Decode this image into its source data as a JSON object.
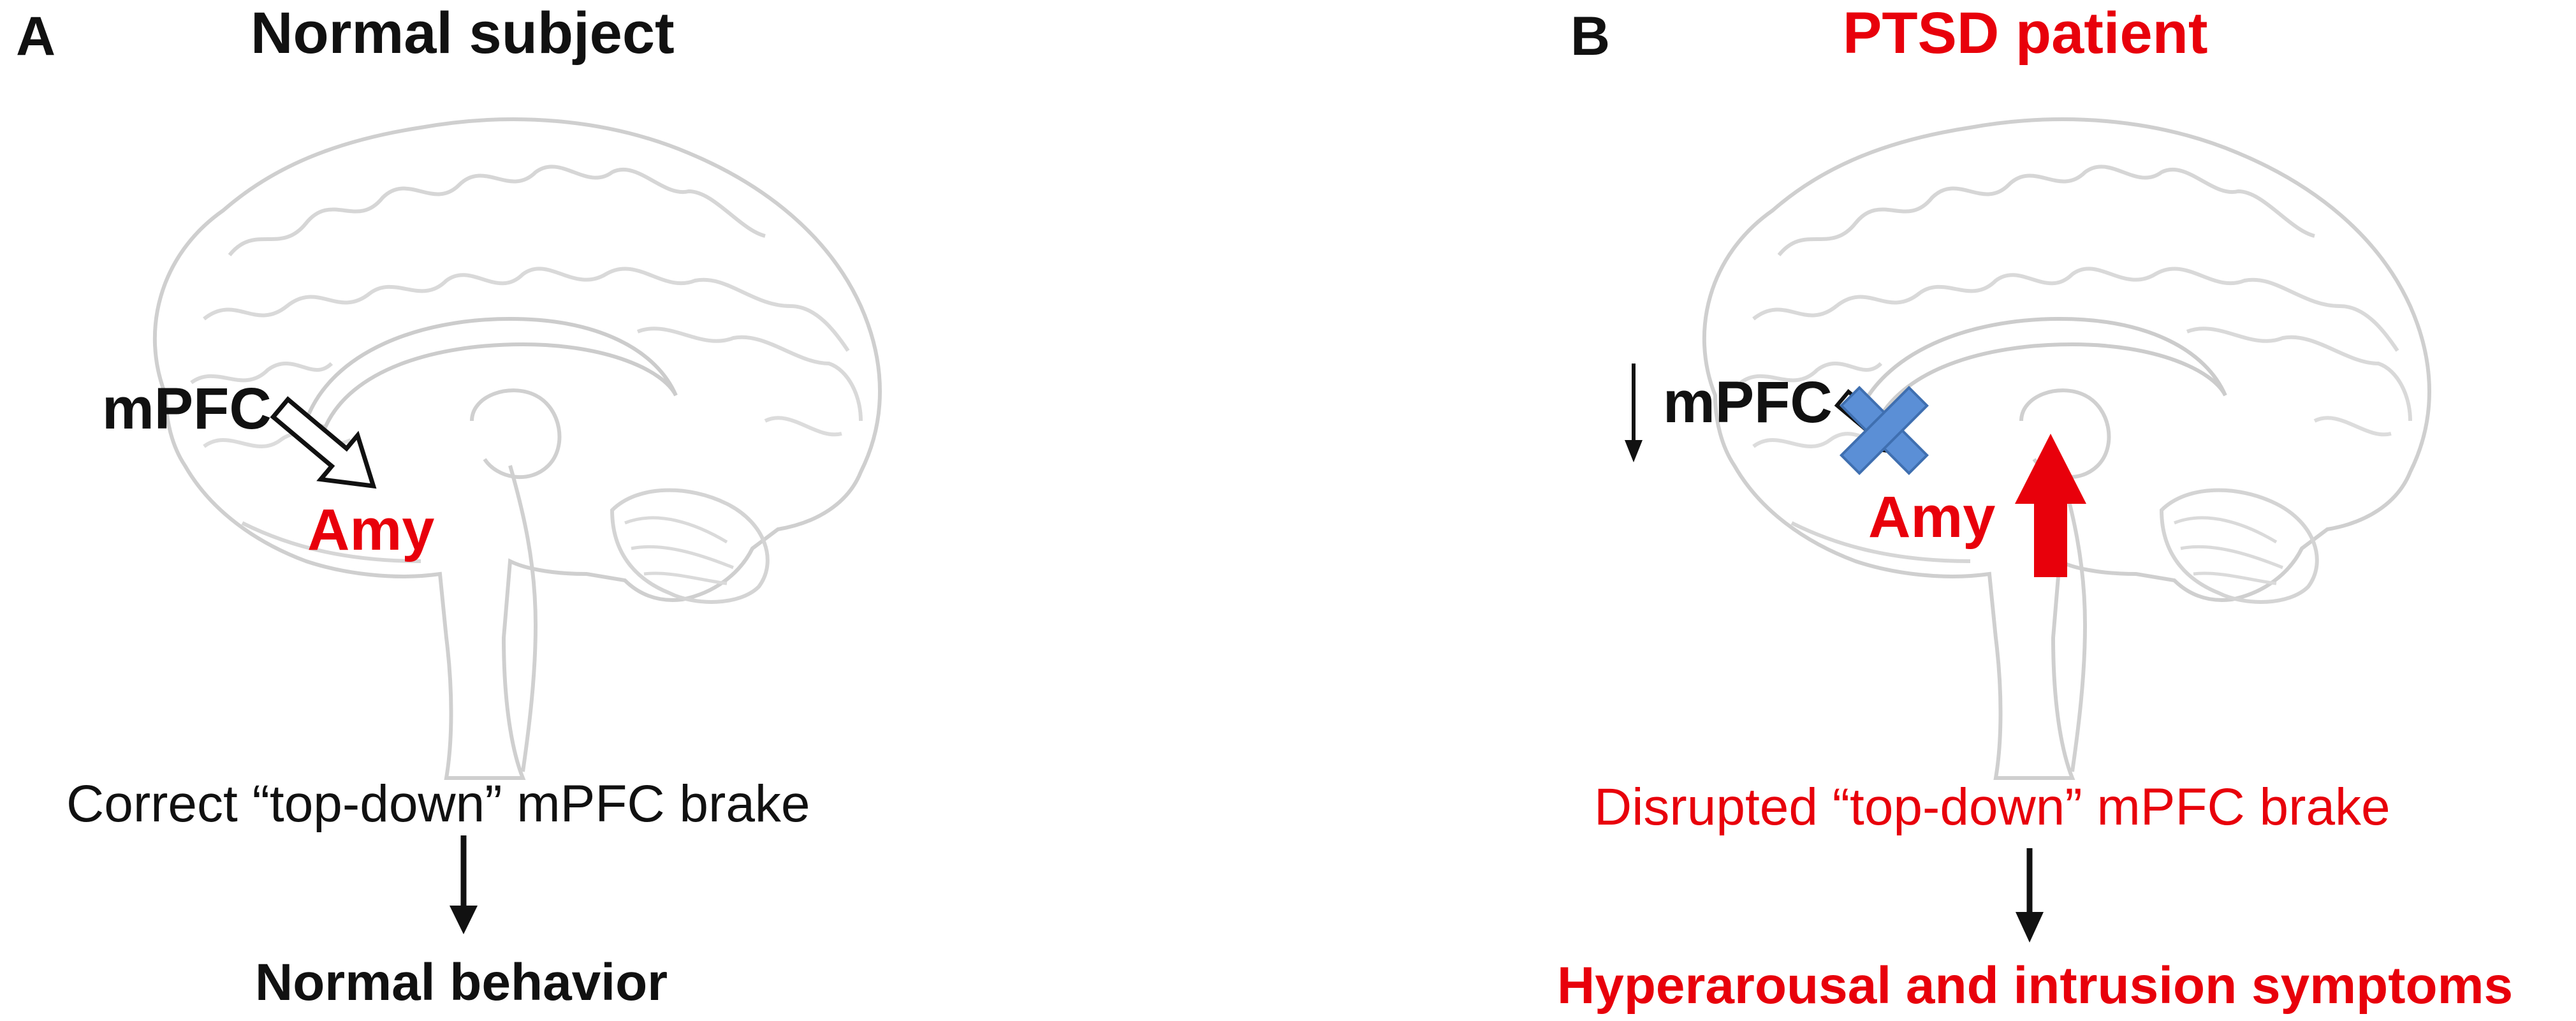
{
  "colors": {
    "black": "#111111",
    "red": "#e8000b",
    "brain_line": "#cfcfcf",
    "x_mark": "#5b8fd6"
  },
  "panel_a": {
    "letter": "A",
    "title": "Normal subject",
    "region_top": "mPFC",
    "region_bottom": "Amy",
    "caption": "Correct “top-down” mPFC brake",
    "outcome": "Normal behavior"
  },
  "panel_b": {
    "letter": "B",
    "title": "PTSD patient",
    "region_top": "mPFC",
    "region_bottom": "Amy",
    "caption": "Disrupted “top-down” mPFC brake",
    "outcome": "Hyperarousal and intrusion symptoms"
  },
  "icons": {
    "brain": "brain-sagittal-icon",
    "hollow_arrow": "hollow-arrow-icon",
    "down_arrow": "down-arrow-icon",
    "up_arrow": "up-arrow-icon",
    "x_mark": "cross-icon"
  }
}
